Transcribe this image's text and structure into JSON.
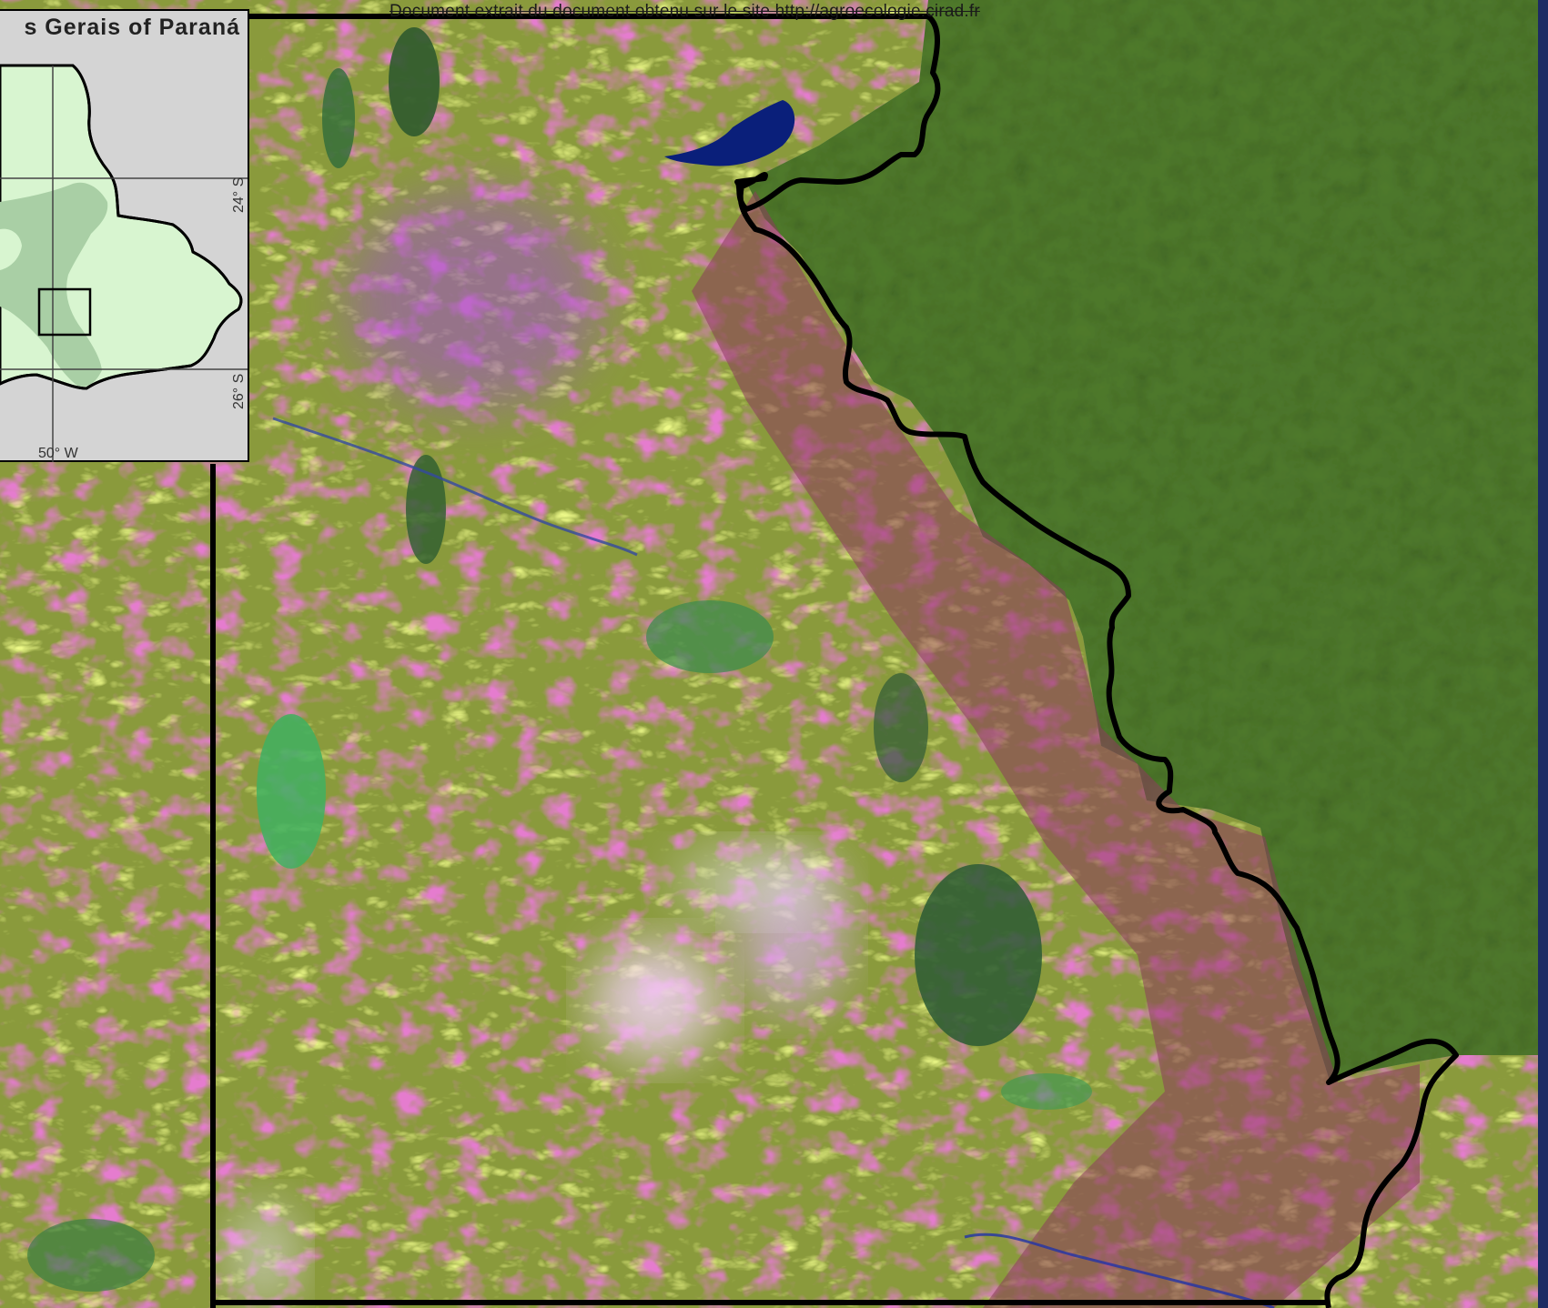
{
  "header": {
    "source_note": "Document extrait du document obtenu sur le site http://agroecologie.cirad.fr"
  },
  "inset": {
    "title": "s Gerais of Paraná",
    "lat_labels": [
      "24° S",
      "26° S"
    ],
    "lon_label": "50° W"
  },
  "colors": {
    "border": "#000000",
    "inset_background": "#d4d4d4",
    "state_fill": "#d8f5d0",
    "campos_gerais_fill": "#a9cfa5",
    "water": "#0a1f7a",
    "frame_blue": "#1d2b63"
  }
}
